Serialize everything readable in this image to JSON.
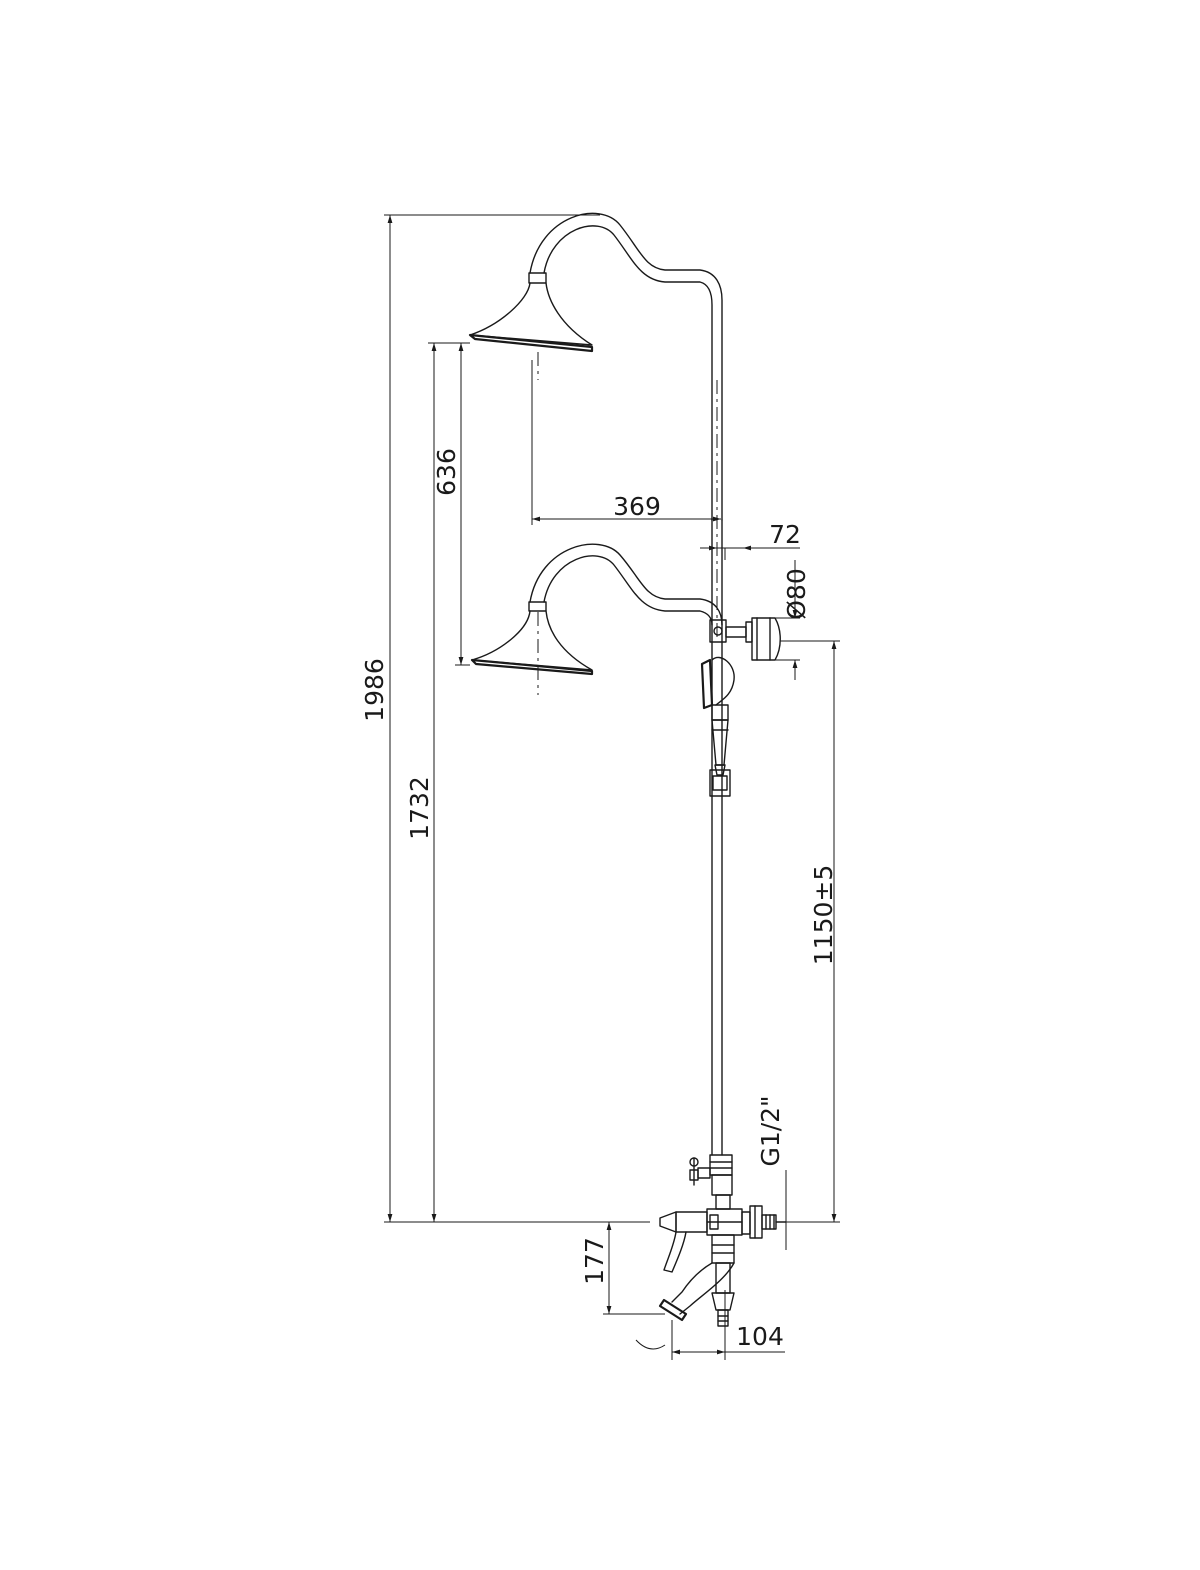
{
  "drawing": {
    "title": "",
    "dimensions": {
      "overall_height": "1986",
      "head_height": "1732",
      "slide_travel": "636",
      "head_projection": "369",
      "wall_offset": "72",
      "escutcheon_diameter": "Ø80",
      "outlet_height": "1150±5",
      "connection_thread": "G1/2\"",
      "spout_drop": "177",
      "spout_projection": "104"
    },
    "components": [
      "fixed-shower-head",
      "lowered-shower-head",
      "riser-pipe",
      "hand-shower",
      "wall-bracket",
      "bath-mixer",
      "diverter",
      "spout"
    ]
  }
}
